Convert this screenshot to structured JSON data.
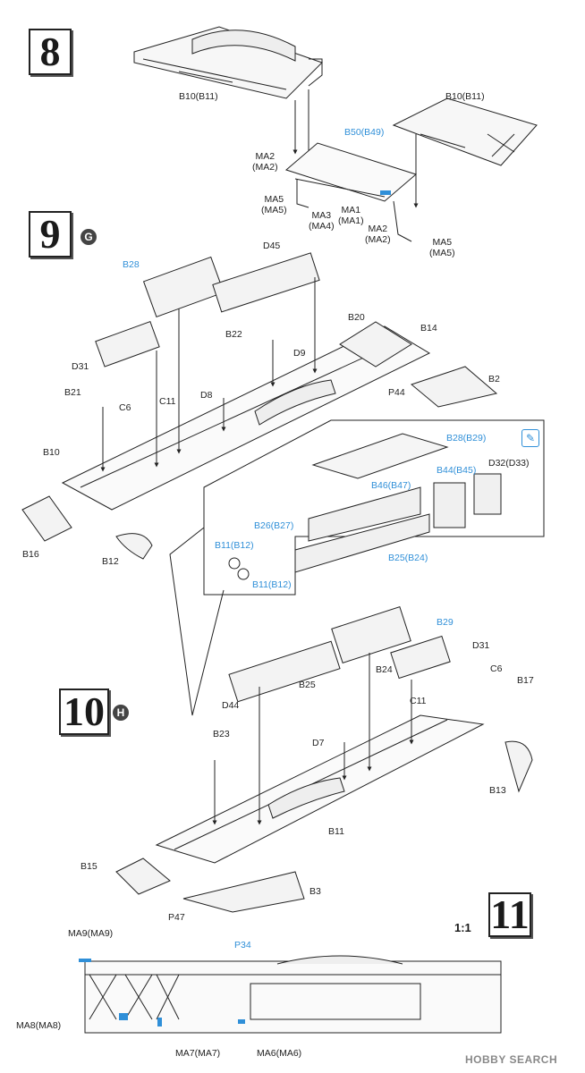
{
  "steps": {
    "s8": {
      "number": "8"
    },
    "s9": {
      "number": "9",
      "badge": "G"
    },
    "s10": {
      "number": "10",
      "badge": "H"
    },
    "s11": {
      "number": "11",
      "scale": "1:1"
    }
  },
  "step8_labels": {
    "b10_left": "B10(B11)",
    "b10_right": "B10(B11)",
    "b50": "B50(B49)",
    "ma2_top": "MA2\n(MA2)",
    "ma5_left": "MA5\n(MA5)",
    "ma3": "MA3\n(MA4)",
    "ma1": "MA1\n(MA1)",
    "ma2_bottom": "MA2\n(MA2)",
    "ma5_right": "MA5\n(MA5)"
  },
  "step9_labels": {
    "b28": "B28",
    "d45": "D45",
    "b20": "B20",
    "b14": "B14",
    "b22": "B22",
    "d9": "D9",
    "d31": "D31",
    "d8": "D8",
    "b2": "B2",
    "p44": "P44",
    "b21": "B21",
    "c11": "C11",
    "c6": "C6",
    "b10": "B10",
    "b16": "B16",
    "b12": "B12"
  },
  "inset_labels": {
    "b28b29": "B28(B29)",
    "b44b45": "B44(B45)",
    "d32d33": "D32(D33)",
    "b46b47": "B46(B47)",
    "b26b27": "B26(B27)",
    "b11b12_top": "B11(B12)",
    "b11b12_bottom": "B11(B12)",
    "b25b24": "B25(B24)",
    "tool_icon": "pen-tool"
  },
  "step10_labels": {
    "b29": "B29",
    "d31": "D31",
    "c6": "C6",
    "d44": "D44",
    "b25": "B25",
    "b24": "B24",
    "c11": "C11",
    "b17": "B17",
    "b23": "B23",
    "d7": "D7",
    "b13": "B13",
    "b11": "B11",
    "b15": "B15",
    "b3": "B3",
    "p47": "P47"
  },
  "step11_labels": {
    "ma9": "MA9(MA9)",
    "p34": "P34",
    "ma8": "MA8(MA8)",
    "ma7": "MA7(MA7)",
    "ma6": "MA6(MA6)"
  },
  "watermark": "HOBBY SEARCH",
  "colors": {
    "part_blue": "#2f8fd8",
    "line": "#222222",
    "fill_gray": "#e6e6e6"
  }
}
